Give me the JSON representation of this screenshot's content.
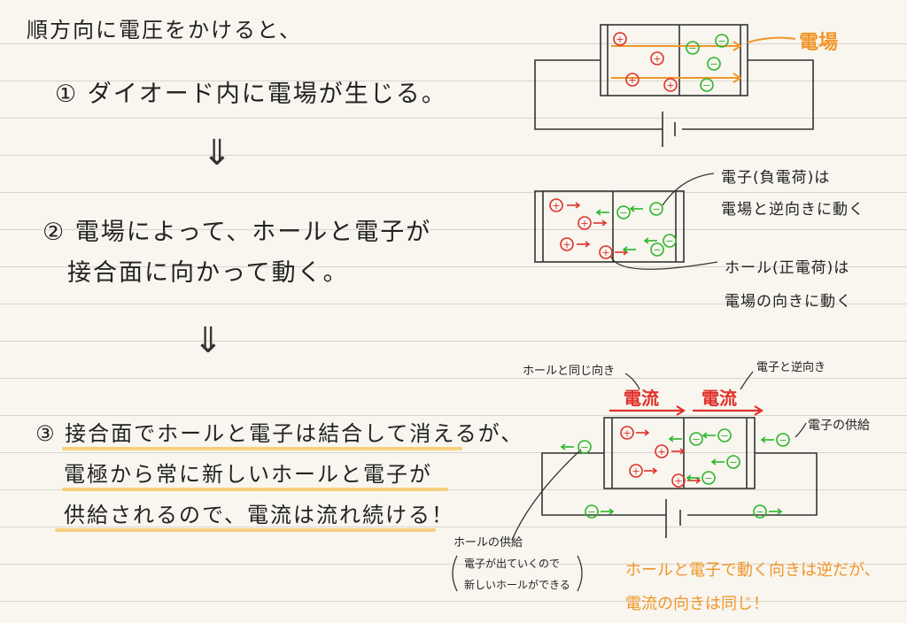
{
  "intro": "順方向に電圧をかけると、",
  "step1": "① ダイオード内に電場が生じる。",
  "arrow": "⇓",
  "step2": {
    "line1": "② 電場によって、ホールと電子が",
    "line2": "接合面に向かって動く。"
  },
  "step3": {
    "line1": "③ 接合面でホールと電子は結合して消えるが、",
    "line2": "電極から常に新しいホールと電子が",
    "line3": "供給されるので、電流は流れ続ける！"
  },
  "diagram1": {
    "label": "電場"
  },
  "diagram2": {
    "electron_note": [
      "電子(負電荷)は",
      "電場と逆向きに動く"
    ],
    "hole_note": [
      "ホール(正電荷)は",
      "電場の向きに動く"
    ]
  },
  "diagram3": {
    "hole_same_dir": "ホールと同じ向き",
    "electron_opposite": "電子と逆向き",
    "current_label": "電流",
    "electron_supply": "電子の供給",
    "hole_supply": "ホールの供給",
    "hole_supply_detail": [
      "電子が出ていくので",
      "新しいホールができる"
    ],
    "summary": [
      "ホールと電子で動く向きは逆だが、",
      "電流の向きは同じ！"
    ]
  },
  "colors": {
    "hole": "#e0302a",
    "electron": "#2bb52b",
    "accent": "#f0962a",
    "highlight": "#f7c96a"
  },
  "symbols": {
    "hole": "+",
    "electron": "−"
  }
}
